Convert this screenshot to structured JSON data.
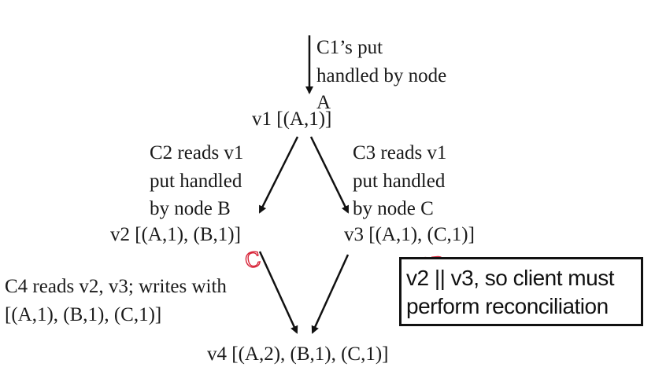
{
  "nodes": {
    "v1": "v1 [(A,1)]",
    "v2": "v2 [(A,1), (B,1)]",
    "v3": "v3 [(A,1), (C,1)]",
    "v4": "v4 [(A,2), (B,1), (C,1)]"
  },
  "annotations": {
    "c1": [
      "C1’s put",
      "handled by node",
      "A"
    ],
    "c2": [
      "C2 reads v1",
      "put handled",
      "by node B"
    ],
    "c3": [
      "C3 reads v1",
      "put handled",
      "by node C"
    ],
    "c4": [
      "C4 reads v2, v3; writes with",
      "[(A,1), (B,1), (C,1)]"
    ]
  },
  "callout": {
    "line1": "v2 || v3, so client must",
    "line2": "perform reconciliation"
  },
  "handwriting": {
    "left": "C",
    "right": "3D"
  },
  "colors": {
    "text": "#1a1a1a",
    "handwriting": "#d8263a"
  }
}
